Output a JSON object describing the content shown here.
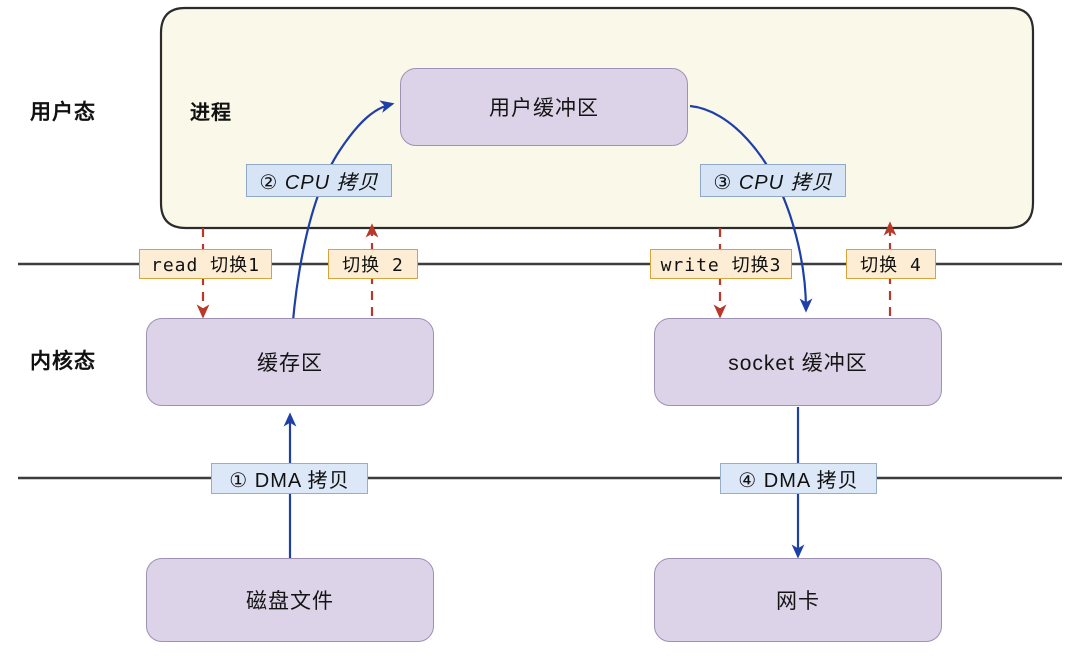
{
  "diagram": {
    "title": "traditional-io-copy-flow",
    "colors": {
      "node_fill": "#ddd3e8",
      "node_stroke": "#9f90b5",
      "process_fill": "#faf8e8",
      "process_stroke": "#2b2b2b",
      "copy_tag_fill": "#d6e4f5",
      "copy_tag_stroke": "#8fa8c6",
      "switch_tag_fill": "#fcedd4",
      "switch_tag_stroke": "#d8a23c",
      "blue_arrow": "#1f3fa8",
      "orange_arrow": "#c0392b",
      "divider_line": "#3d3d3d"
    }
  },
  "side_labels": {
    "user_mode": "用户态",
    "kernel_mode": "内核态"
  },
  "process": {
    "label": "进程"
  },
  "nodes": {
    "user_buffer": "用户缓冲区",
    "cache_buffer": "缓存区",
    "socket_buffer": "socket 缓冲区",
    "disk_file": "磁盘文件",
    "network_card": "网卡"
  },
  "copy_tags": [
    {
      "id": "cpu-copy-2",
      "label": "② CPU 拷贝"
    },
    {
      "id": "cpu-copy-3",
      "label": "③ CPU 拷贝"
    },
    {
      "id": "dma-copy-1",
      "label": "① DMA 拷贝"
    },
    {
      "id": "dma-copy-4",
      "label": "④ DMA 拷贝"
    }
  ],
  "switch_tags": [
    {
      "id": "switch-1",
      "label": "read 切换1",
      "direction": "down"
    },
    {
      "id": "switch-2",
      "label": "切换 2",
      "direction": "up"
    },
    {
      "id": "switch-3",
      "label": "write 切换3",
      "direction": "down"
    },
    {
      "id": "switch-4",
      "label": "切换 4",
      "direction": "up"
    }
  ]
}
